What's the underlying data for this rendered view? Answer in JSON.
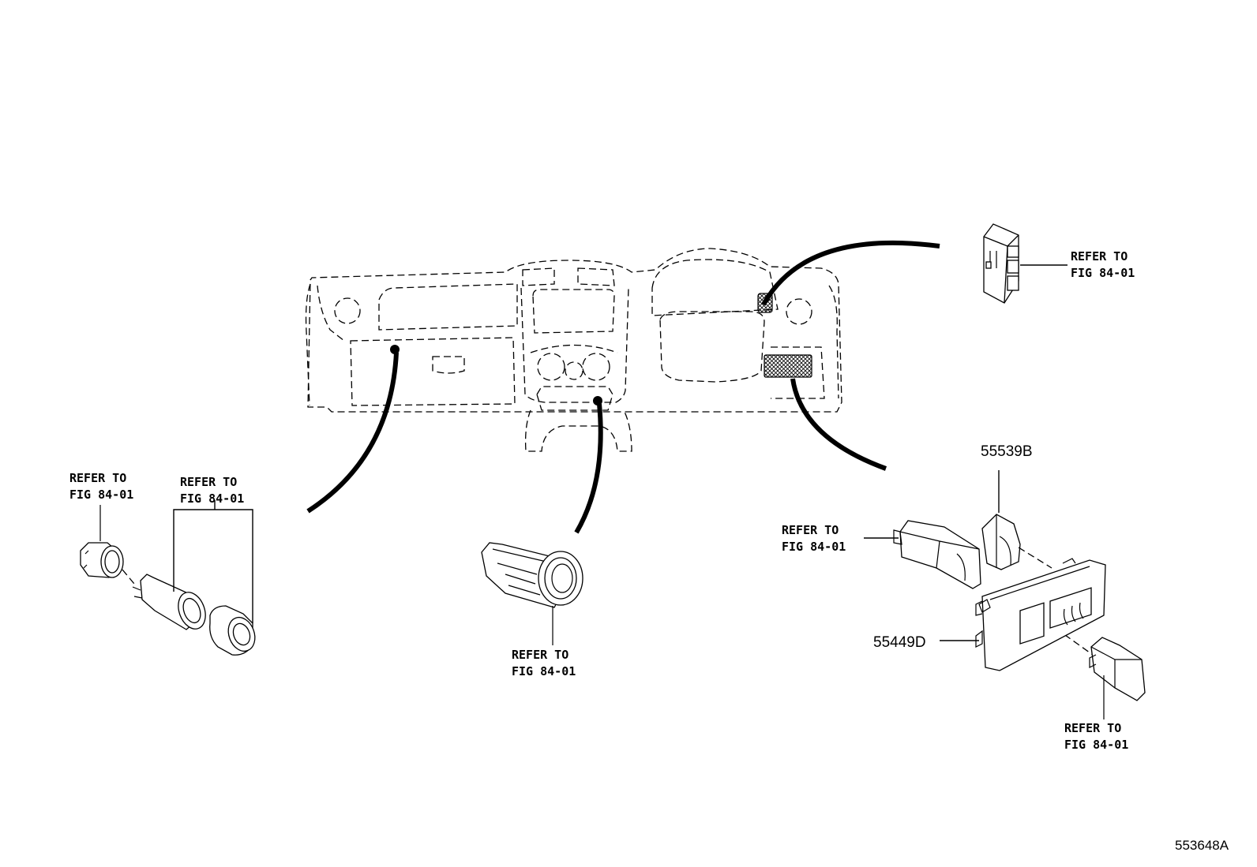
{
  "callouts": {
    "top_right": {
      "line1": "REFER TO",
      "line2": "FIG 84-01"
    },
    "left_a": {
      "line1": "REFER TO",
      "line2": "FIG 84-01"
    },
    "left_b": {
      "line1": "REFER TO",
      "line2": "FIG 84-01"
    },
    "center": {
      "line1": "REFER TO",
      "line2": "FIG 84-01"
    },
    "right_mid": {
      "line1": "REFER TO",
      "line2": "FIG 84-01"
    },
    "bottom_right": {
      "line1": "REFER TO",
      "line2": "FIG 84-01"
    }
  },
  "parts": {
    "part_55539B": "55539B",
    "part_55449D": "55449D"
  },
  "figure_code": "553648A",
  "icons": [
    "dashboard-outline-icon",
    "power-window-switch-icon",
    "cigarette-lighter-icon",
    "accessory-socket-icon",
    "switch-panel-icon"
  ]
}
